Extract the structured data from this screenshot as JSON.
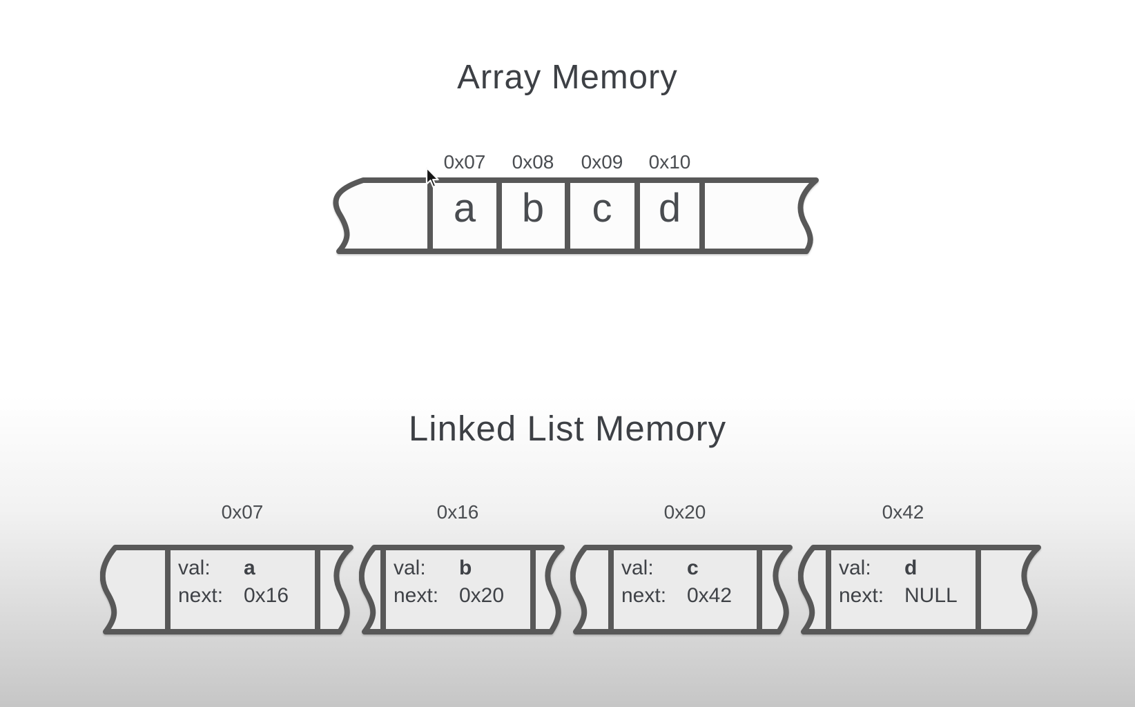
{
  "array_section": {
    "title": "Array Memory",
    "addresses": [
      "0x07",
      "0x08",
      "0x09",
      "0x10"
    ],
    "cells": [
      "a",
      "b",
      "c",
      "d"
    ]
  },
  "linked_list_section": {
    "title": "Linked List Memory",
    "val_label": "val:",
    "next_label": "next:",
    "nodes": [
      {
        "address": "0x07",
        "val": "a",
        "next": "0x16"
      },
      {
        "address": "0x16",
        "val": "b",
        "next": "0x20"
      },
      {
        "address": "0x20",
        "val": "c",
        "next": "0x42"
      },
      {
        "address": "0x42",
        "val": "d",
        "next": "NULL"
      }
    ]
  },
  "colors": {
    "border_gray": "#585858",
    "title_text": "#3d4045",
    "label_text": "#4a4d51",
    "background_top": "#ffffff",
    "background_bottom": "#c6c6c6"
  },
  "icons": {
    "cursor": "arrow-cursor"
  }
}
